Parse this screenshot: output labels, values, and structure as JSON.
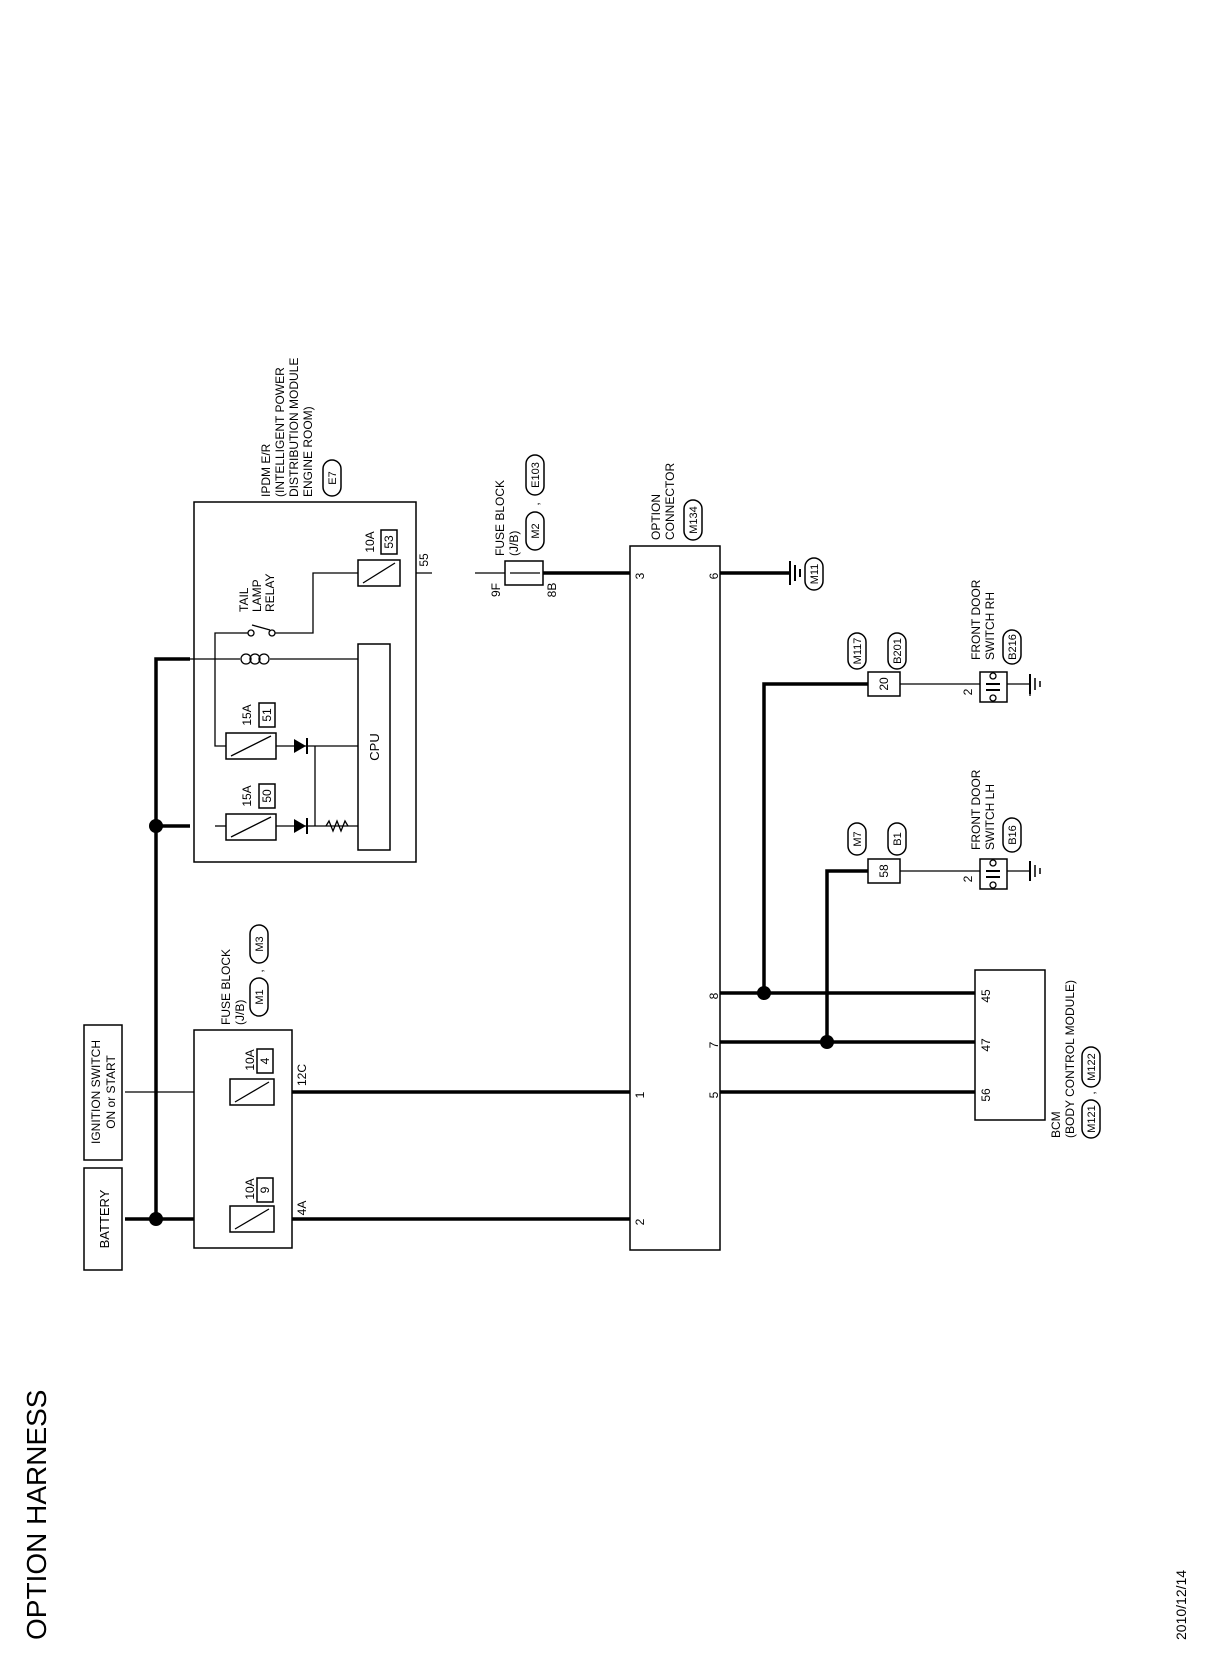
{
  "page": {
    "title": "OPTION HARNESS",
    "date": "2010/12/14"
  },
  "components": {
    "battery": "BATTERY",
    "ignition": {
      "line1": "IGNITION SWITCH",
      "line2": "ON or START"
    },
    "fuse_block_left": {
      "line1": "FUSE BLOCK",
      "line2": "(J/B)",
      "conn_a": "M1",
      "conn_b": "M3",
      "sep": ","
    },
    "fuse_left_a": {
      "amp": "10A",
      "num": "9",
      "pin": "4A"
    },
    "fuse_left_b": {
      "amp": "10A",
      "num": "4",
      "pin": "12C"
    },
    "ipdm": {
      "line1": "IPDM E/R",
      "line2": "(INTELLIGENT POWER",
      "line3": "DISTRIBUTION MODULE",
      "line4": "ENGINE ROOM)",
      "conn": "E7"
    },
    "ipdm_fuse_a": {
      "amp": "15A",
      "num": "50"
    },
    "ipdm_fuse_b": {
      "amp": "15A",
      "num": "51"
    },
    "ipdm_fuse_c": {
      "amp": "10A",
      "num": "53",
      "pin": "55"
    },
    "cpu": "CPU",
    "relay": {
      "line1": "TAIL",
      "line2": "LAMP",
      "line3": "RELAY"
    },
    "fuse_block_mid": {
      "line1": "FUSE BLOCK",
      "line2": "(J/B)",
      "conn_a": "M2",
      "conn_b": "E103",
      "sep": ",",
      "pin_in": "9F",
      "pin_out": "8B"
    },
    "option_conn": {
      "line1": "OPTION",
      "line2": "CONNECTOR",
      "conn": "M134",
      "pins": {
        "p1": "1",
        "p2": "2",
        "p3": "3",
        "p5": "5",
        "p6": "6",
        "p7": "7",
        "p8": "8"
      }
    },
    "ground_top": {
      "conn": "M11"
    },
    "joint_rh": {
      "num": "20",
      "conn_a": "M117",
      "conn_b": "B201"
    },
    "joint_lh": {
      "num": "58",
      "conn_a": "M7",
      "conn_b": "B1"
    },
    "switch_rh": {
      "line1": "FRONT DOOR",
      "line2": "SWITCH RH",
      "conn": "B216",
      "pin": "2"
    },
    "switch_lh": {
      "line1": "FRONT DOOR",
      "line2": "SWITCH LH",
      "conn": "B16",
      "pin": "2"
    },
    "bcm": {
      "line1": "BCM",
      "line2": "(BODY CONTROL MODULE)",
      "conn_a": "M121",
      "conn_b": "M122",
      "sep": ",",
      "pins": {
        "p45": "45",
        "p47": "47",
        "p56": "56"
      }
    }
  }
}
